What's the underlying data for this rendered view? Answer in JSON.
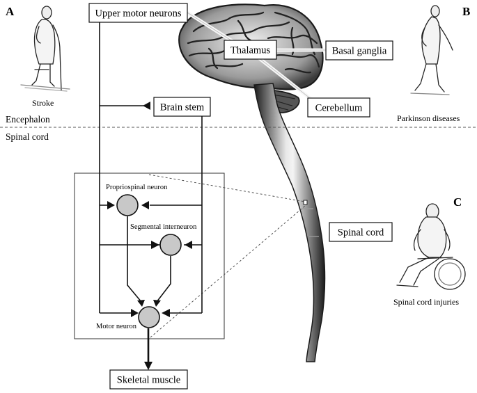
{
  "panel_letters": {
    "a": "A",
    "b": "B",
    "c": "C"
  },
  "regions": {
    "encephalon": "Encephalon",
    "spinal_cord": "Spinal cord"
  },
  "brain_labels": {
    "upper_motor_neurons": "Upper motor neurons",
    "thalamus": "Thalamus",
    "basal_ganglia": "Basal ganglia",
    "cerebellum": "Cerebellum",
    "brain_stem": "Brain stem",
    "spinal_cord": "Spinal cord"
  },
  "circuit_labels": {
    "propriospinal_neuron": "Propriospinal neuron",
    "segmental_interneuron": "Segmental interneuron",
    "motor_neuron": "Motor neuron",
    "skeletal_muscle": "Skeletal muscle"
  },
  "captions": {
    "stroke": "Stroke",
    "parkinson": "Parkinson diseases",
    "spinal_cord_injuries": "Spinal cord injuries"
  },
  "colors": {
    "neuron_fill": "#c8c8c8",
    "line": "#111111",
    "brain_dark": "#2a2a2a"
  }
}
